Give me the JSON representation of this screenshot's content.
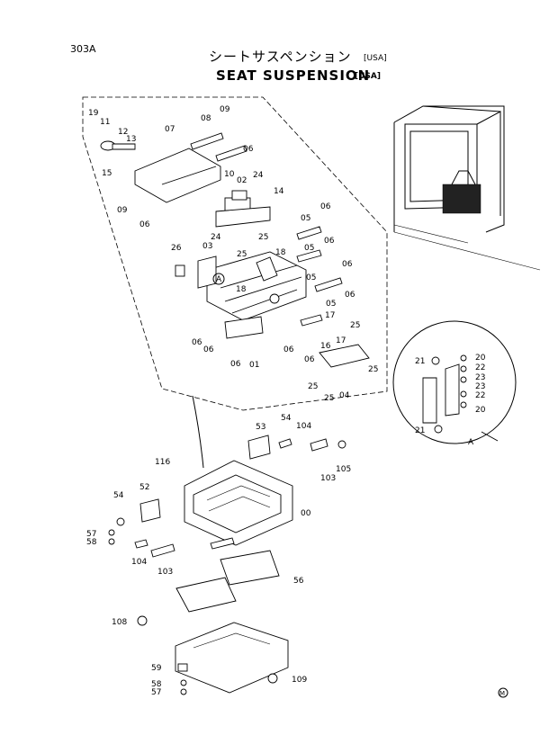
{
  "page_id": "303A",
  "title_jp": "シートサスペンション",
  "title_en": "SEAT SUSPENSION",
  "region_tag": "[USA]",
  "detail_label": "A",
  "callout_label": "A",
  "corner_mark": "M",
  "part_numbers": [
    "19",
    "11",
    "12",
    "13",
    "15",
    "07",
    "08",
    "09",
    "06",
    "10",
    "02",
    "24",
    "09",
    "06",
    "14",
    "24",
    "25",
    "05",
    "06",
    "26",
    "03",
    "25",
    "18",
    "05",
    "06",
    "18",
    "05",
    "06",
    "06",
    "06",
    "01",
    "16",
    "17",
    "25",
    "04",
    "06",
    "25",
    "25",
    "25",
    "06",
    "06",
    "05",
    "06",
    "17",
    "20",
    "22",
    "23",
    "23",
    "22",
    "20",
    "21",
    "21",
    "53",
    "54",
    "104",
    "116",
    "52",
    "105",
    "103",
    "00",
    "54",
    "57",
    "58",
    "104",
    "103",
    "56",
    "108",
    "59",
    "58",
    "57",
    "109"
  ]
}
